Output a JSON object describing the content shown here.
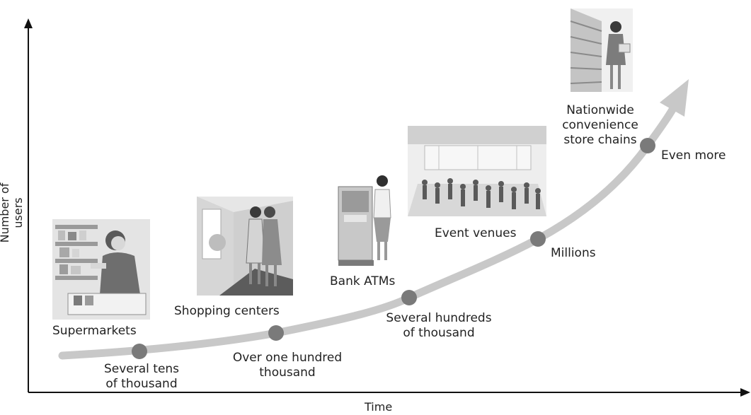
{
  "axes": {
    "x_label": "Time",
    "y_label": "Number of users"
  },
  "stages": [
    {
      "venue": "Supermarkets",
      "users": [
        "Several tens",
        "of thousand"
      ],
      "illustration": "shopper-at-shelves"
    },
    {
      "venue": "Shopping centers",
      "users": [
        "Over one hundred",
        "thousand"
      ],
      "illustration": "two-women-shopping"
    },
    {
      "venue": "Bank ATMs",
      "users": [
        "Several hundreds",
        "of thousand"
      ],
      "illustration": "woman-at-atm"
    },
    {
      "venue": "Event venues",
      "users": [
        "Millions"
      ],
      "illustration": "crowd-in-hall"
    },
    {
      "venue": [
        "Nationwide",
        "convenience",
        "store chains"
      ],
      "users": [
        "Even more"
      ],
      "illustration": "woman-in-store-aisle"
    }
  ],
  "colors": {
    "curve": "#c8c8c8",
    "marker": "#7a7a7a",
    "axis": "#111111"
  }
}
